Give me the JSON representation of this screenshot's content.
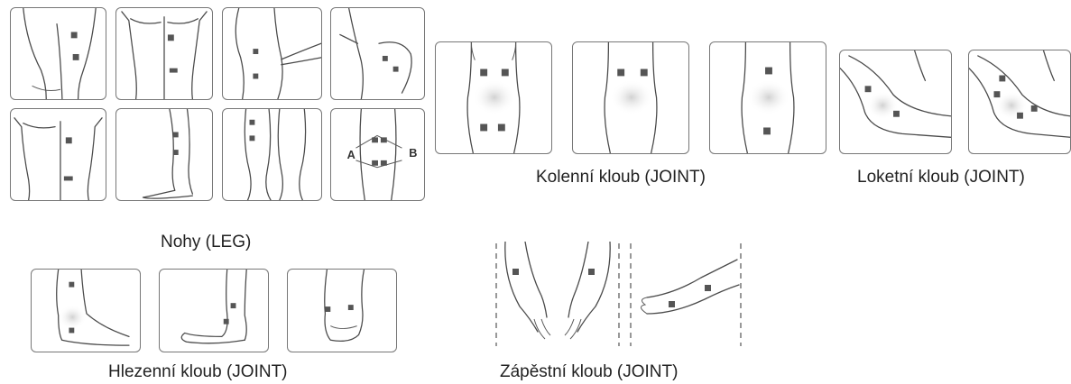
{
  "groups": {
    "leg": {
      "caption": "Nohy (LEG)"
    },
    "knee": {
      "caption": "Kolenní kloub  (JOINT)"
    },
    "elbow": {
      "caption": "Loketní kloub (JOINT)"
    },
    "ankle": {
      "caption": "Hlezenní kloub (JOINT)"
    },
    "wrist": {
      "caption": "Zápěstní kloub (JOINT)"
    }
  },
  "labels": {
    "point_a": "A",
    "point_b": "B"
  },
  "colors": {
    "pad": "#555555",
    "outline": "#4a4a4a",
    "panel_border": "#777777"
  }
}
